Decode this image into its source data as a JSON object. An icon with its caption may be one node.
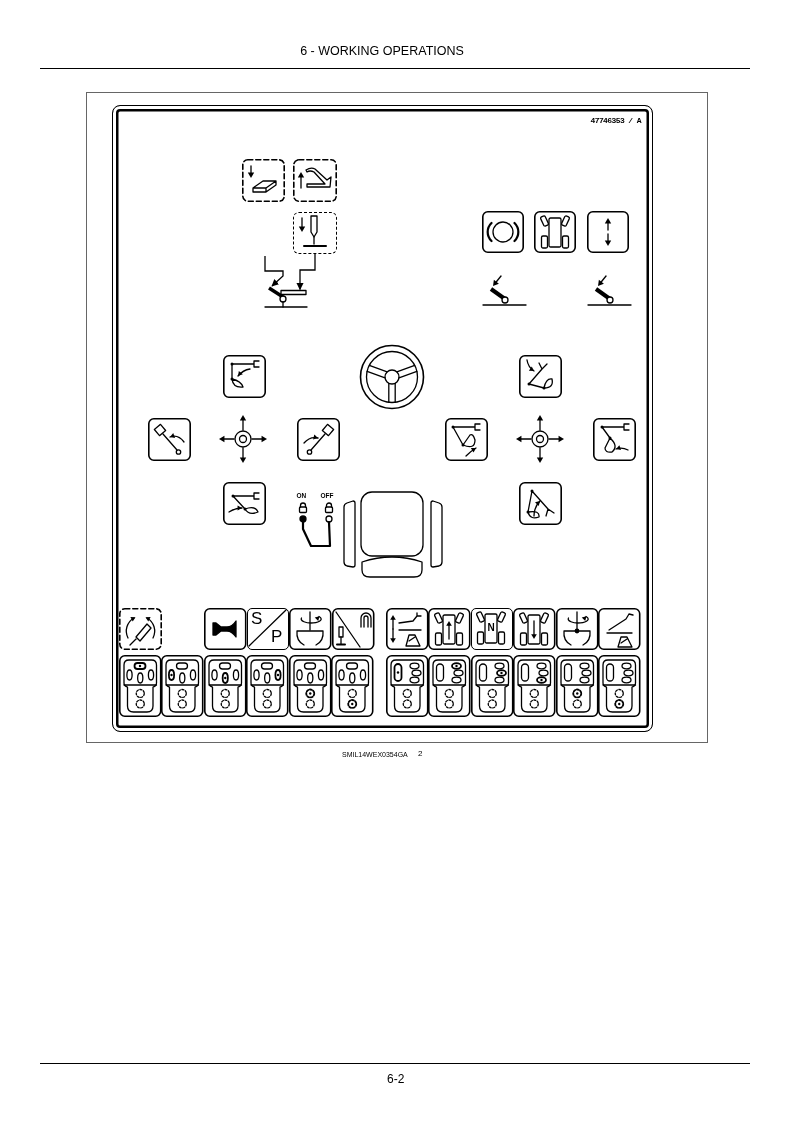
{
  "diagram": {
    "title": "6 - WORKING OPERATIONS",
    "nodes": [
      {
        "text": [
          "47746353 / A"
        ]
      },
      {
        "text": [],
        "shape": "box",
        "in": 0
      },
      {
        "text": [],
        "shape": "picture",
        "in": 0
      },
      {
        "text": [
          "S",
          "P"
        ],
        "in": 0
      },
      {
        "text": [
          "N"
        ],
        "in": 0
      }
    ],
    "edges": [
      {
        "from": null,
        "to": 2,
        "arrow": "to"
      },
      {
        "from": 1,
        "to": 2,
        "arrow": "to"
      }
    ],
    "labels": [
      "ON",
      "OFF",
      "SMIL14WEX0354GA",
      "2",
      "6-2"
    ]
  }
}
